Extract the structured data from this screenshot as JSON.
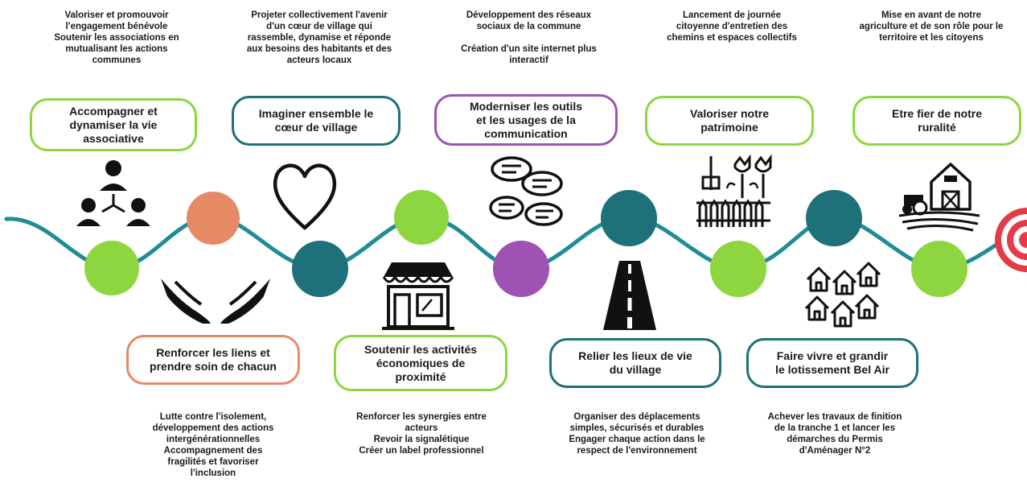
{
  "colors": {
    "green": "#8dd63f",
    "teal": "#1e7079",
    "purple": "#9e52b4",
    "orange": "#e68a66",
    "wave": "#1f8c96",
    "target": "#e53a48"
  },
  "top_items": [
    {
      "desc": "Valoriser et promouvoir\nl'engagement bénévole\nSoutenir les associations en\nmutualisant les actions\ncommunes",
      "pill": "Accompagner et\ndynamiser la vie\nassociative",
      "color": "green",
      "icon": "people-network-icon"
    },
    {
      "desc": "Projeter collectivement l'avenir\nd'un cœur de village qui\nrassemble, dynamise et réponde\naux besoins des habitants et des\nacteurs locaux",
      "pill": "Imaginer ensemble le\ncœur de village",
      "color": "teal",
      "icon": "heart-icon"
    },
    {
      "desc": "Développement des réseaux\nsociaux de la commune\n\nCréation d'un site internet plus\ninteractif",
      "pill": "Moderniser les outils\net les usages de la\ncommunication",
      "color": "purple",
      "icon": "speech-bubbles-icon"
    },
    {
      "desc": "Lancement de journée\ncitoyenne d'entretien des\nchemins et espaces collectifs",
      "pill": "Valoriser notre\npatrimoine",
      "color": "green",
      "icon": "garden-icon"
    },
    {
      "desc": "Mise en avant de notre\nagriculture et de son rôle pour le\nterritoire et les citoyens",
      "pill": "Etre fier de notre\nruralité",
      "color": "green",
      "icon": "farm-icon"
    }
  ],
  "bottom_items": [
    {
      "pill": "Renforcer les liens et\nprendre soin de chacun",
      "desc": "Lutte contre l'isolement,\ndéveloppement des actions\nintergénérationnelles\nAccompagnement des\nfragilités et favoriser\nl'inclusion",
      "color": "orange",
      "icon": "caring-hands-icon"
    },
    {
      "pill": "Soutenir les activités\néconomiques de\nproximité",
      "desc": "Renforcer les synergies entre\nacteurs\nRevoir la signalétique\nCréer un label professionnel",
      "color": "green",
      "icon": "shop-icon"
    },
    {
      "pill": "Relier les lieux de vie\ndu village",
      "desc": "Organiser des déplacements\nsimples, sécurisés et durables\nEngager chaque action dans le\nrespect de l'environnement",
      "color": "teal",
      "icon": "road-icon"
    },
    {
      "pill": "Faire vivre et grandir\nle lotissement Bel Air",
      "desc": "Achever les travaux de finition\nde la tranche 1 et lancer les\ndémarches du Permis\nd'Aménager N°2",
      "color": "teal",
      "icon": "houses-icon"
    }
  ]
}
